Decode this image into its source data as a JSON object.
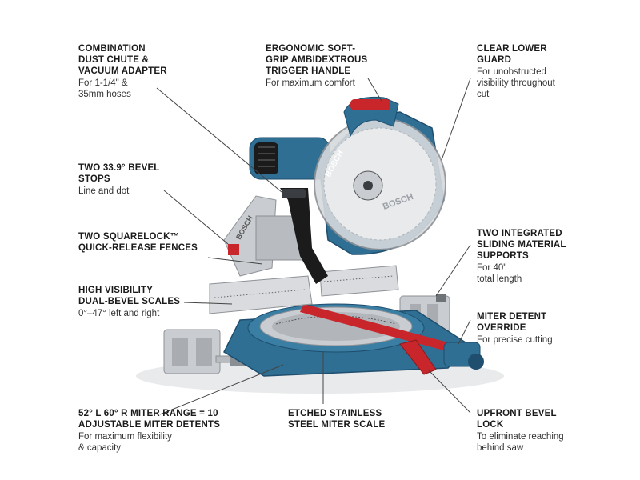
{
  "colors": {
    "body_blue": "#2f6f93",
    "dark_blue": "#1f4e6e",
    "red": "#c8262b",
    "silver": "#c9ccd0",
    "dark_gray": "#3a3d42",
    "black": "#1b1b1b",
    "leader_line": "#444444"
  },
  "icons": [
    "miter-saw-illustration"
  ],
  "callouts": [
    {
      "id": "dust-chute",
      "title": "COMBINATION\nDUST CHUTE &\nVACUUM ADAPTER",
      "desc": "For 1-1/4\" &\n35mm hoses"
    },
    {
      "id": "handle",
      "title": "ERGONOMIC SOFT-\nGRIP AMBIDEXTROUS\nTRIGGER HANDLE",
      "desc": "For maximum comfort"
    },
    {
      "id": "lower-guard",
      "title": "CLEAR LOWER\nGUARD",
      "desc": "For unobstructed\nvisibility throughout\ncut"
    },
    {
      "id": "bevel-stops",
      "title": "TWO 33.9° BEVEL\nSTOPS",
      "desc": "Line and dot"
    },
    {
      "id": "fences",
      "title": "TWO SQUARELOCK™\nQUICK-RELEASE FENCES",
      "desc": ""
    },
    {
      "id": "supports",
      "title": "TWO INTEGRATED\nSLIDING MATERIAL\nSUPPORTS",
      "desc": "For 40\"\ntotal length"
    },
    {
      "id": "bevel-scales",
      "title": "HIGH VISIBILITY\nDUAL-BEVEL SCALES",
      "desc": "0°–47° left and right"
    },
    {
      "id": "detent-override",
      "title": "MITER DETENT\nOVERRIDE",
      "desc": "For precise cutting"
    },
    {
      "id": "miter-range",
      "title": "52° L 60° R MITER RANGE = 10\nADJUSTABLE MITER DETENTS",
      "desc": "For maximum flexibility\n& capacity"
    },
    {
      "id": "miter-scale",
      "title": "ETCHED STAINLESS\nSTEEL MITER SCALE",
      "desc": ""
    },
    {
      "id": "bevel-lock",
      "title": "UPFRONT BEVEL\nLOCK",
      "desc": "To eliminate reaching\nbehind saw"
    }
  ],
  "saw": {
    "brand_label": "BOSCH",
    "arm_label": "BOSCH",
    "guard_label": "BOSCH"
  }
}
